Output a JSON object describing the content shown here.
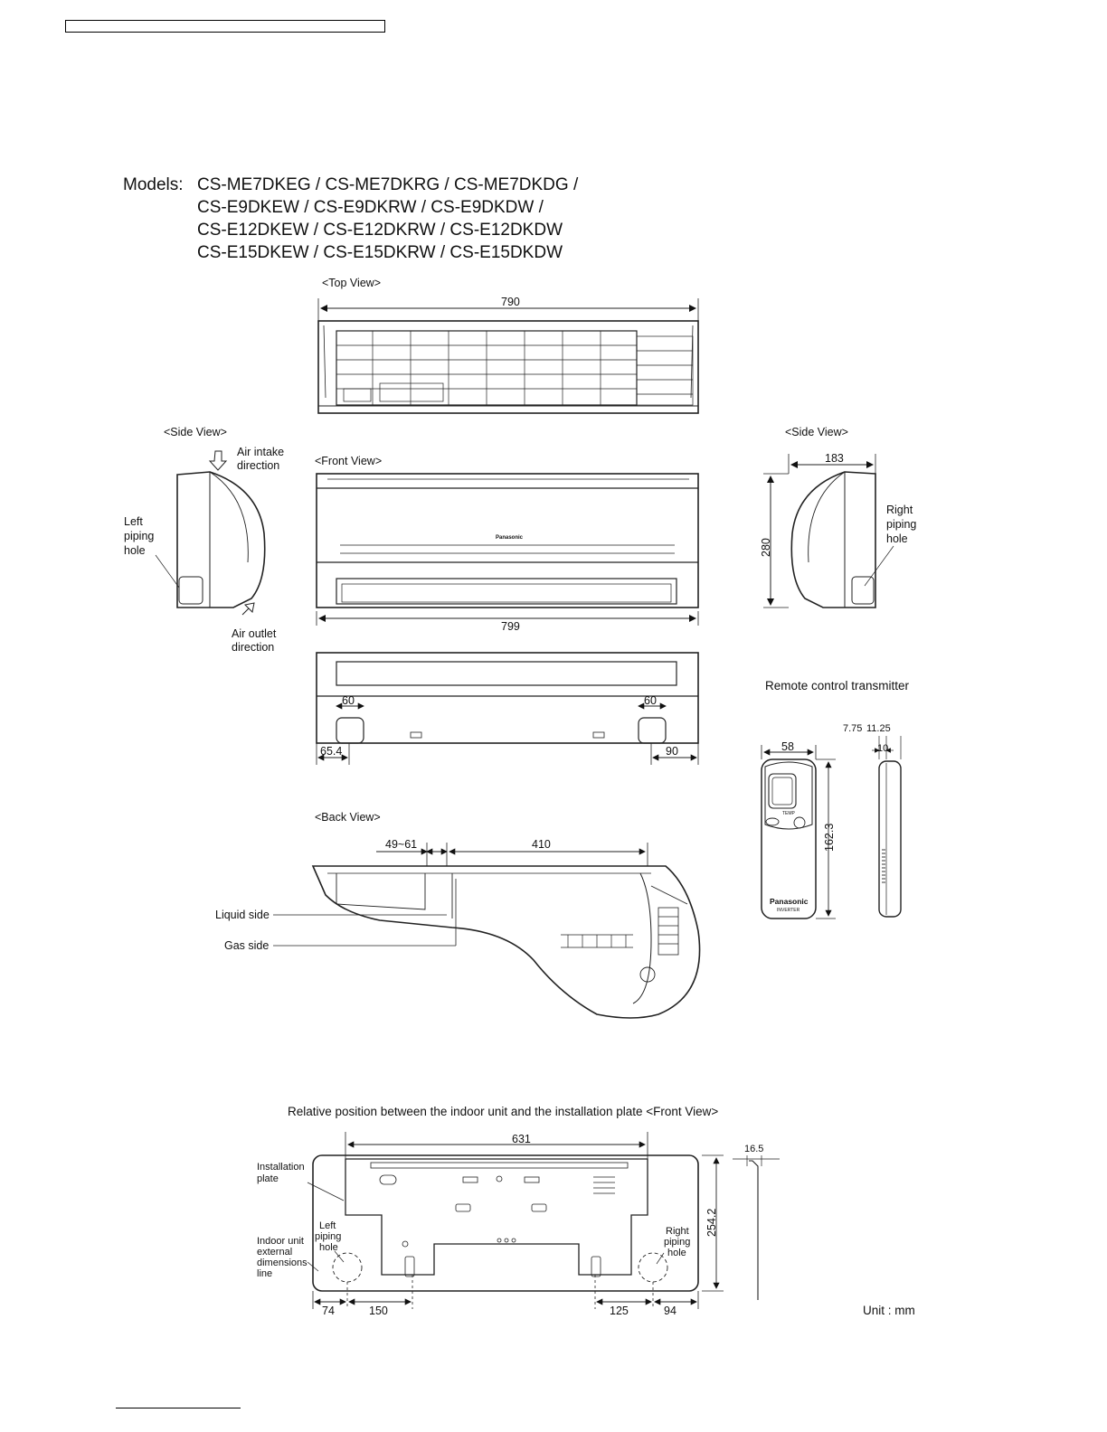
{
  "models": {
    "label": "Models:",
    "lines": [
      "CS-ME7DKEG / CS-ME7DKRG / CS-ME7DKDG /",
      "CS-E9DKEW / CS-E9DKRW / CS-E9DKDW /",
      "CS-E12DKEW / CS-E12DKRW / CS-E12DKDW",
      "CS-E15DKEW / CS-E15DKRW / CS-E15DKDW"
    ]
  },
  "views": {
    "top": "<Top View>",
    "side_left": "<Side View>",
    "side_right": "<Side View>",
    "front": "<Front View>",
    "back": "<Back View>"
  },
  "dimensions": {
    "top_width": "790",
    "front_width": "799",
    "side_depth": "183",
    "side_height": "280",
    "bottom_left_60": "60",
    "bottom_right_60": "60",
    "bottom_left_654": "65.4",
    "bottom_right_90": "90",
    "back_4961": "49~61",
    "back_410": "410",
    "remote_width": "58",
    "remote_height": "162.3",
    "remote_thick_a": "7.75",
    "remote_thick_b": "11.25",
    "remote_thick_c": "10",
    "plate_631": "631",
    "plate_165": "16.5",
    "plate_2542": "254.2",
    "plate_74": "74",
    "plate_150": "150",
    "plate_125": "125",
    "plate_94": "94"
  },
  "labels": {
    "air_intake_1": "Air intake",
    "air_intake_2": "direction",
    "air_outlet_1": "Air outlet",
    "air_outlet_2": "direction",
    "left_piping_1": "Left",
    "left_piping_2": "piping",
    "left_piping_3": "hole",
    "right_piping_1": "Right",
    "right_piping_2": "piping",
    "right_piping_3": "hole",
    "remote_title": "Remote control transmitter",
    "liquid_side": "Liquid side",
    "gas_side": "Gas side",
    "brand": "Panasonic",
    "remote_brand": "Panasonic",
    "remote_inverter": "INVERTER",
    "remote_temp": "TEMP",
    "plate_title": "Relative position between the indoor unit and the installation plate <Front View>",
    "installation_plate_1": "Installation",
    "installation_plate_2": "plate",
    "plate_left_1": "Left",
    "plate_left_2": "piping",
    "plate_left_3": "hole",
    "plate_right_1": "Right",
    "plate_right_2": "piping",
    "plate_right_3": "hole",
    "indoor_ext_1": "Indoor unit",
    "indoor_ext_2": "external",
    "indoor_ext_3": "dimensions",
    "indoor_ext_4": "line",
    "unit": "Unit : mm"
  }
}
